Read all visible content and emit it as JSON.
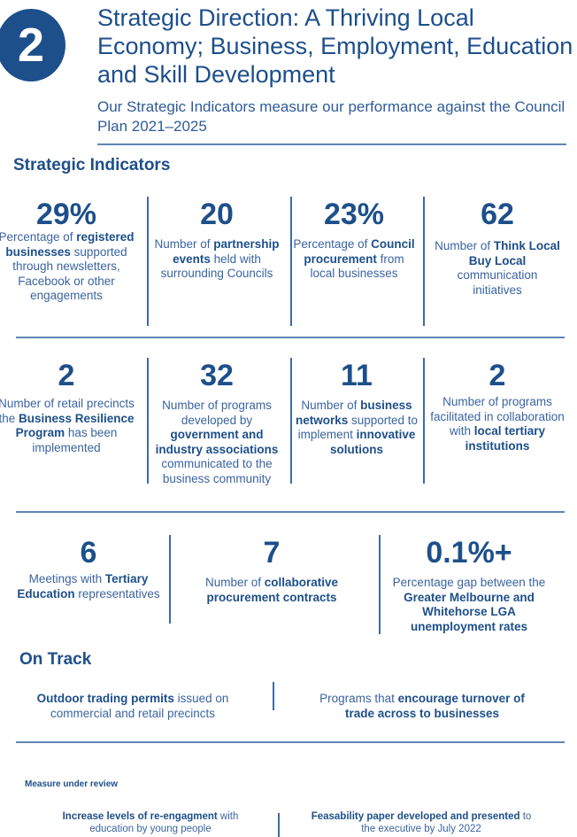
{
  "header": {
    "badge": "2",
    "title": "Strategic Direction: A Thriving Local Economy; Business, Employment, Education and Skill Development",
    "subtitle": "Our Strategic Indicators measure our performance against the Council Plan 2021–2025"
  },
  "strategic_indicators": {
    "heading": "Strategic Indicators",
    "items": [
      {
        "value": "29%",
        "desc": [
          {
            "t": "Percentage of "
          },
          {
            "t": "registered businesses",
            "b": true
          },
          {
            "t": " supported through newsletters, Facebook or other engagements"
          }
        ]
      },
      {
        "value": "20",
        "desc": [
          {
            "t": "Number of "
          },
          {
            "t": "partnership events",
            "b": true
          },
          {
            "t": " held with surrounding Councils"
          }
        ]
      },
      {
        "value": "23%",
        "desc": [
          {
            "t": "Percentage of "
          },
          {
            "t": "Council procurement",
            "b": true
          },
          {
            "t": " from local businesses"
          }
        ]
      },
      {
        "value": "62",
        "desc": [
          {
            "t": "Number of "
          },
          {
            "t": "Think Local Buy Local",
            "b": true
          },
          {
            "t": " communication initiatives"
          }
        ]
      },
      {
        "value": "2",
        "desc": [
          {
            "t": "Number of retail precincts the "
          },
          {
            "t": "Business Resilience Program",
            "b": true
          },
          {
            "t": " has been implemented"
          }
        ]
      },
      {
        "value": "32",
        "desc": [
          {
            "t": "Number of programs developed by "
          },
          {
            "t": "government and industry associations",
            "b": true
          },
          {
            "t": " communicated to the business community"
          }
        ]
      },
      {
        "value": "11",
        "desc": [
          {
            "t": "Number of "
          },
          {
            "t": "business networks",
            "b": true
          },
          {
            "t": " supported to implement "
          },
          {
            "t": "innovative solutions",
            "b": true
          }
        ]
      },
      {
        "value": "2",
        "desc": [
          {
            "t": "Number of programs facilitated in collaboration with "
          },
          {
            "t": "local tertiary institutions",
            "b": true
          }
        ]
      },
      {
        "value": "6",
        "desc": [
          {
            "t": "Meetings with "
          },
          {
            "t": "Tertiary Education",
            "b": true
          },
          {
            "t": " representatives"
          }
        ]
      },
      {
        "value": "7",
        "desc": [
          {
            "t": "Number of "
          },
          {
            "t": "collaborative procurement contracts",
            "b": true
          }
        ]
      },
      {
        "value": "0.1%+",
        "desc": [
          {
            "t": "Percentage gap between the "
          },
          {
            "t": "Greater Melbourne and Whitehorse LGA unemployment rates",
            "b": true
          }
        ]
      }
    ]
  },
  "on_track": {
    "heading": "On Track",
    "items": [
      [
        {
          "t": "Outdoor trading permits",
          "b": true
        },
        {
          "t": " issued on commercial and retail precincts"
        }
      ],
      [
        {
          "t": "Programs that "
        },
        {
          "t": "encourage turnover of trade across to businesses",
          "b": true
        }
      ]
    ]
  },
  "under_review": {
    "heading": "Measure under review",
    "items": [
      [
        {
          "t": "Increase levels of re-engagment",
          "b": true
        },
        {
          "t": " with education by young people"
        }
      ],
      [
        {
          "t": "Feasability paper developed and presented",
          "b": true
        },
        {
          "t": " to the executive by July 2022"
        }
      ]
    ]
  }
}
